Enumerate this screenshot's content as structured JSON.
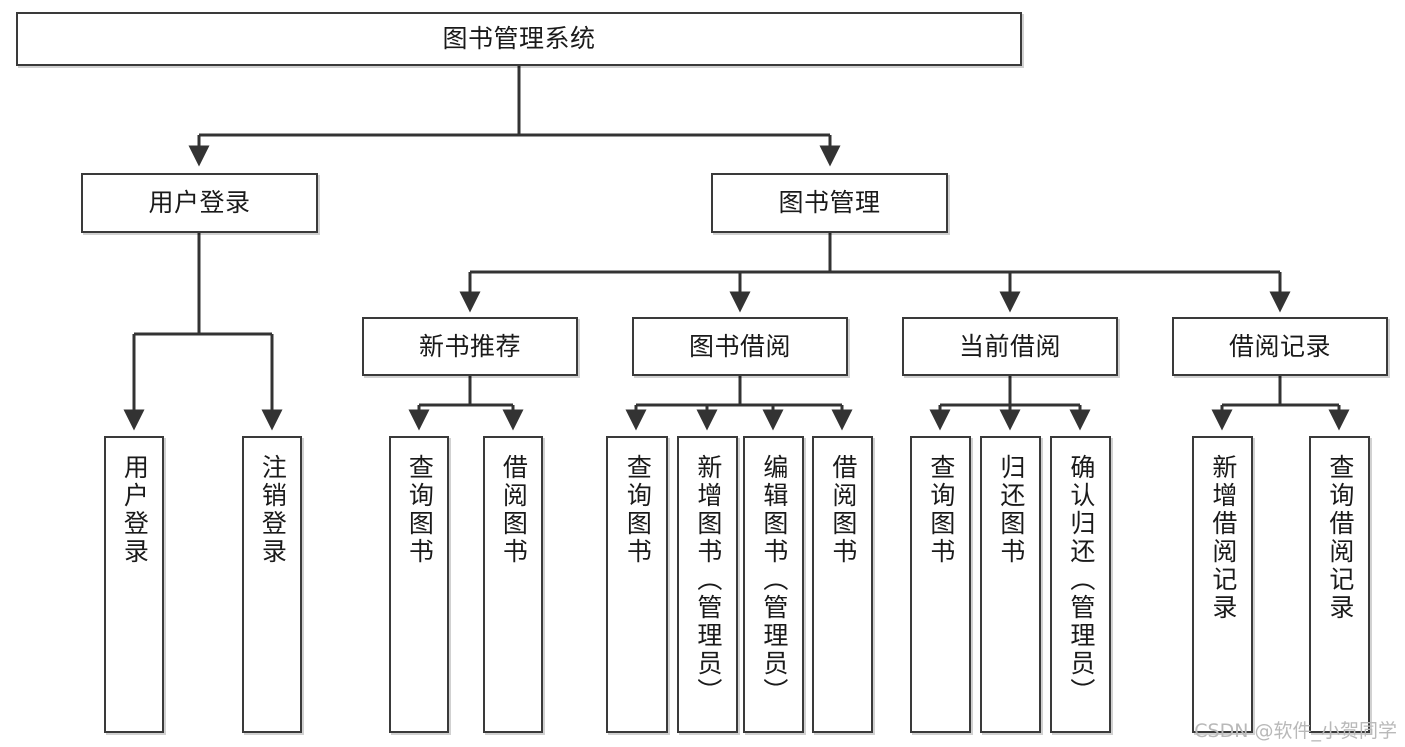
{
  "diagram": {
    "type": "tree",
    "title": "图书管理系统",
    "root": {
      "label": "图书管理系统"
    },
    "level2": [
      {
        "label": "用户登录"
      },
      {
        "label": "图书管理"
      }
    ],
    "level3": [
      {
        "label": "新书推荐"
      },
      {
        "label": "图书借阅"
      },
      {
        "label": "当前借阅"
      },
      {
        "label": "借阅记录"
      }
    ],
    "leaves": {
      "user_login": [
        {
          "label": "用户登录"
        },
        {
          "label": "注销登录"
        }
      ],
      "new_book_recommend": [
        {
          "label": "查询图书"
        },
        {
          "label": "借阅图书"
        }
      ],
      "book_borrow": [
        {
          "label": "查询图书"
        },
        {
          "label": "新增图书（管理员）"
        },
        {
          "label": "编辑图书（管理员）"
        },
        {
          "label": "借阅图书"
        }
      ],
      "current_borrow": [
        {
          "label": "查询图书"
        },
        {
          "label": "归还图书"
        },
        {
          "label": "确认归还（管理员）"
        }
      ],
      "borrow_record": [
        {
          "label": "新增借阅记录"
        },
        {
          "label": "查询借阅记录"
        }
      ]
    }
  },
  "watermark": {
    "text": "CSDN @软件_小贺同学"
  },
  "colors": {
    "border": "#3a3a3a",
    "text": "#1a1a1a",
    "background": "#ffffff",
    "watermark": "#b9b9b9"
  }
}
